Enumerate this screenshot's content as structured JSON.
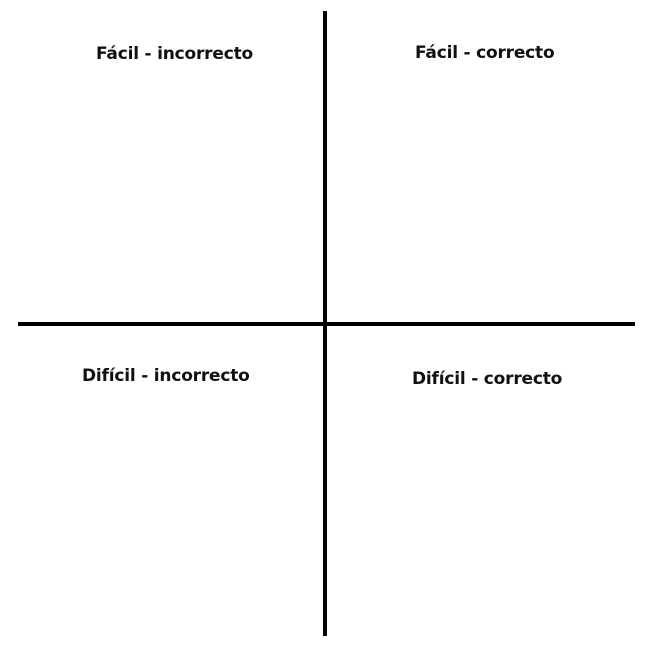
{
  "quadrants": {
    "top_left": "Fácil - incorrecto",
    "top_right": "Fácil - correcto",
    "bottom_left": "Difícil - incorrecto",
    "bottom_right": "Difícil - correcto"
  }
}
